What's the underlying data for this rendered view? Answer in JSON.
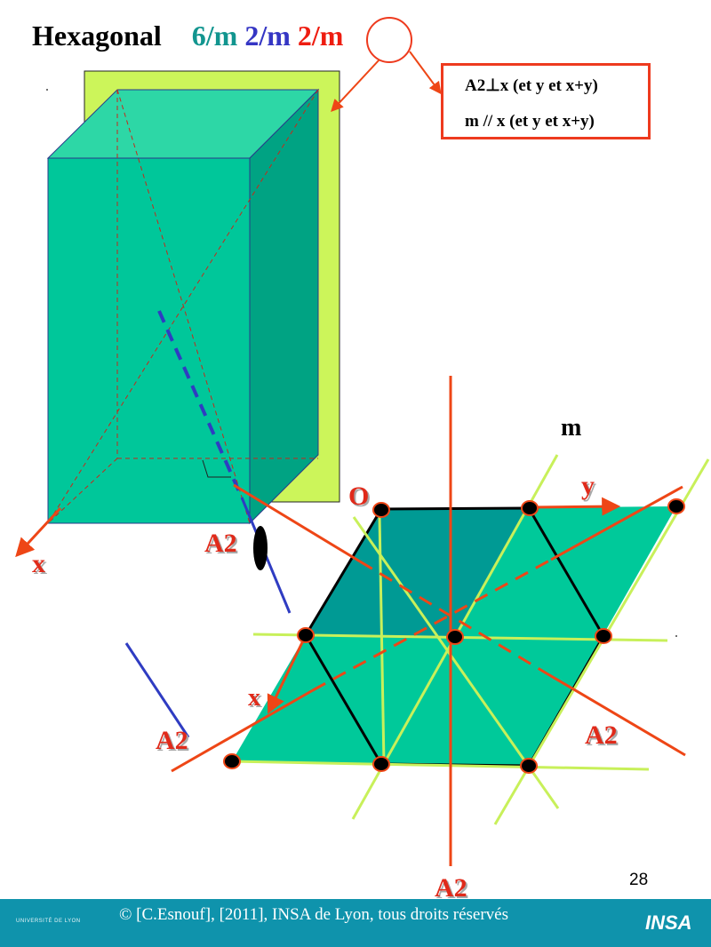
{
  "title": {
    "word": "Hexagonal",
    "part1": "6/m",
    "part2": "2/m",
    "part3": "2/m"
  },
  "note": {
    "line1": "A2⊥x (et y et x+y)",
    "line2": "m // x (et y et x+y)"
  },
  "labels": {
    "m": "m",
    "O": "O",
    "y": "y",
    "x_axis": "x",
    "x_hex": "x",
    "a2_top": "A2",
    "a2_left": "A2",
    "a2_right": "A2",
    "a2_bottom": "A2"
  },
  "colors": {
    "prism_front": "#00c79a",
    "prism_top": "#2dd7a6",
    "prism_side": "#00a383",
    "plane": "#ccf55a",
    "hex_dark": "#009a94",
    "hex_light": "#00c99a",
    "axis_red": "#ee4616",
    "mirror_green": "#c8f05a",
    "axis_blue": "#2f3cc2",
    "footer": "#0f93ac"
  },
  "footer": {
    "copyright": "© [C.Esnouf], [2011], INSA de Lyon, tous droits réservés",
    "logo_left": "UNIVERSITÉ DE LYON",
    "logo_right": "INSA"
  },
  "page_number": "28"
}
